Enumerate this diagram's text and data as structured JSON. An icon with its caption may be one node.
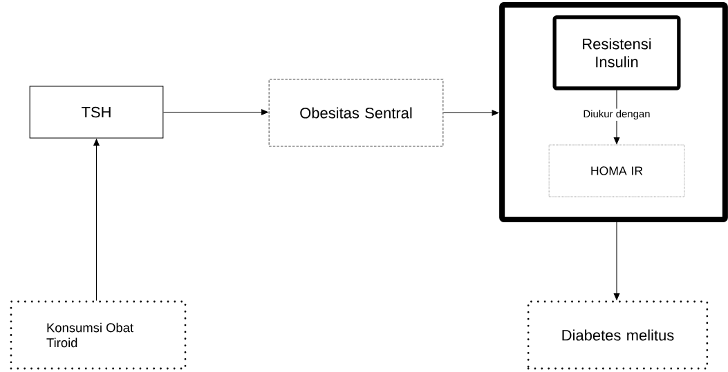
{
  "diagram": {
    "nodes": [
      {
        "text": [
          "TSH"
        ]
      },
      {
        "text": [
          "Obesitas Sentral"
        ]
      },
      {
        "text": [],
        "shape": "box"
      },
      {
        "text": [
          "Resistensi Insulin"
        ],
        "in": 2
      },
      {
        "text": [
          "HOMA IR"
        ],
        "in": 2
      },
      {
        "text": [
          "Konsumsi Obat Tiroid"
        ]
      },
      {
        "text": [
          "Diabetes melitus"
        ]
      }
    ],
    "edges": [
      {
        "from": 5,
        "to": 0,
        "arrow": "to"
      },
      {
        "from": 0,
        "to": 1,
        "arrow": "to"
      },
      {
        "from": 1,
        "to": 2,
        "arrow": "to"
      },
      {
        "from": 3,
        "to": 4,
        "arrow": "to",
        "label": "Diukur dengan"
      },
      {
        "from": 2,
        "to": 6,
        "arrow": "to"
      }
    ]
  }
}
